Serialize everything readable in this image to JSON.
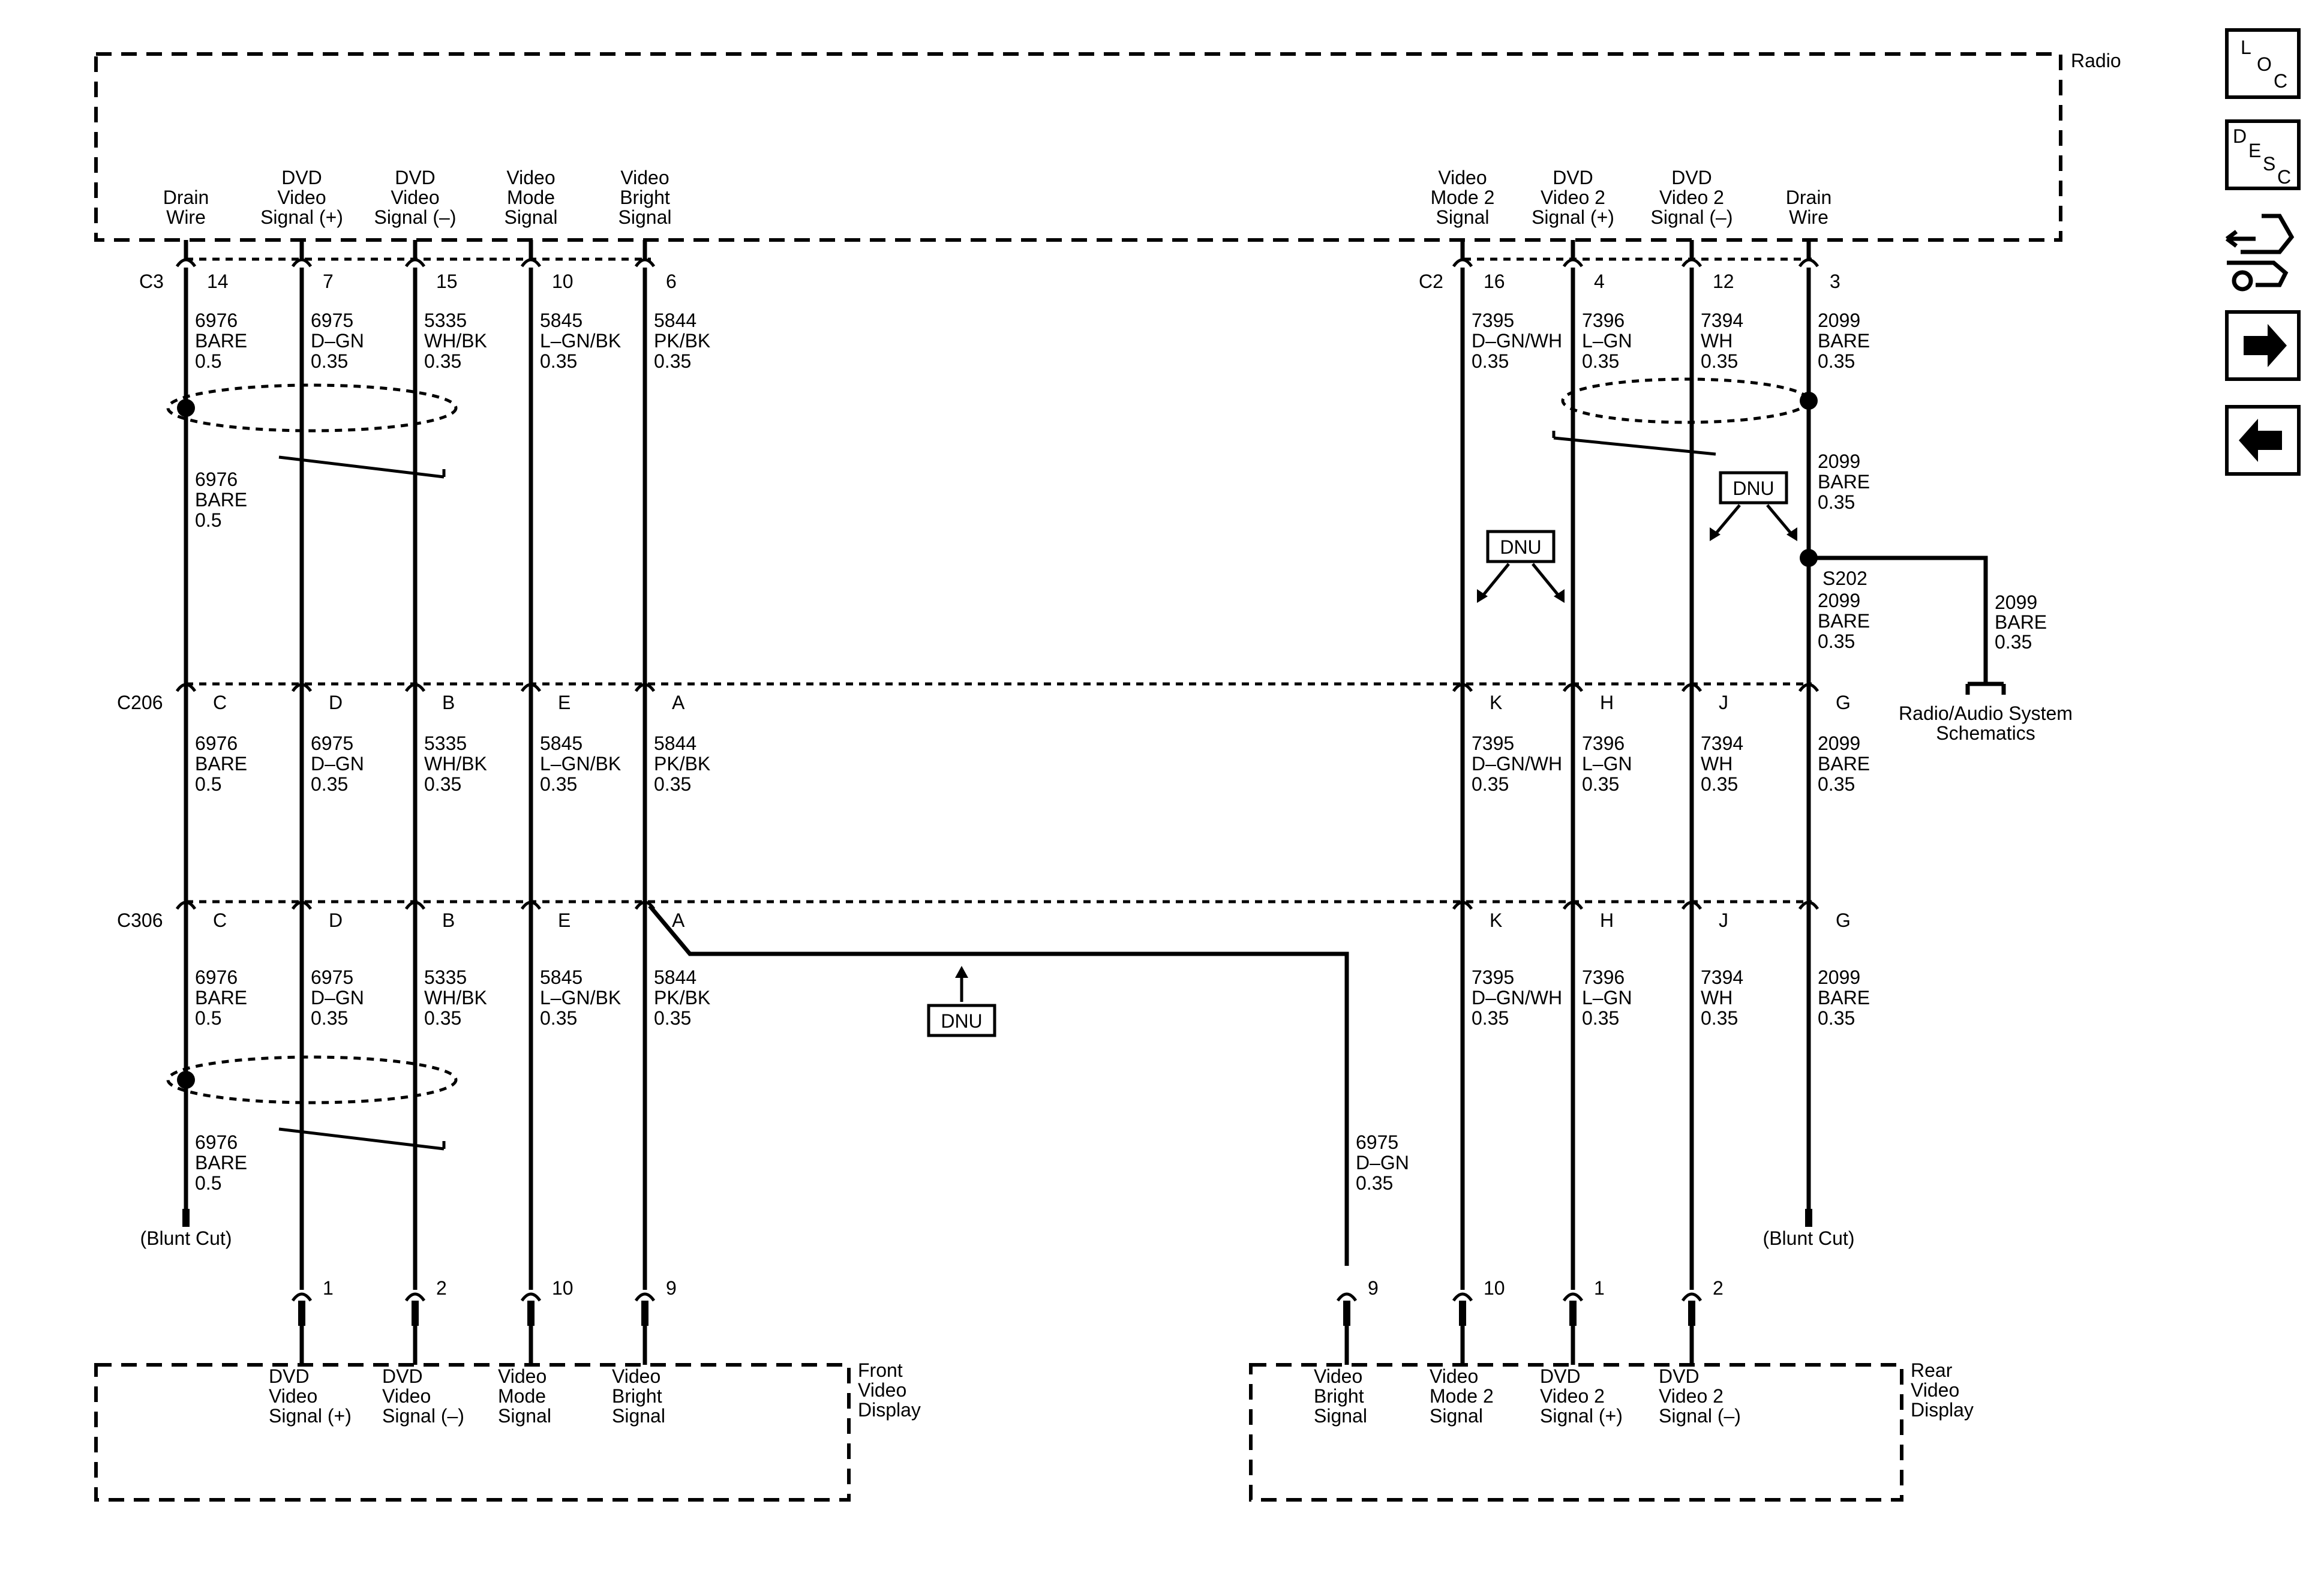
{
  "components": {
    "radio": "Radio",
    "front_display": [
      "Front",
      "Video",
      "Display"
    ],
    "rear_display": [
      "Rear",
      "Video",
      "Display"
    ],
    "splice": "S202",
    "blunt_cut": "(Blunt Cut)",
    "dnu": "DNU",
    "schematics_ref": [
      "Radio/Audio System",
      "Schematics"
    ]
  },
  "connectors": {
    "c3": "C3",
    "c2": "C2",
    "c206": "C206",
    "c306": "C306"
  },
  "nav_buttons": {
    "loc": [
      "L",
      "O",
      "C"
    ],
    "desc": [
      "D",
      "E",
      "S",
      "C"
    ],
    "connector_icon": "harness-tool-icon",
    "next": "right-arrow-icon",
    "prev": "left-arrow-icon"
  },
  "circuits": [
    {
      "id": "drain-left",
      "radio_label": [
        "Drain",
        "Wire"
      ],
      "radio_pin": "14",
      "seg1": [
        "6976",
        "BARE",
        "0.5"
      ],
      "seg2": [
        "6976",
        "BARE",
        "0.5"
      ],
      "c206_pin": "C",
      "seg3": [
        "6976",
        "BARE",
        "0.5"
      ],
      "c306_pin": "C",
      "seg4": [
        "6976",
        "BARE",
        "0.5"
      ],
      "seg5": [
        "6976",
        "BARE",
        "0.5"
      ]
    },
    {
      "id": "dvd-video-pos",
      "radio_label": [
        "DVD",
        "Video",
        "Signal (+)"
      ],
      "radio_pin": "7",
      "seg1": [
        "6975",
        "D–GN",
        "0.35"
      ],
      "c206_pin": "D",
      "seg3": [
        "6975",
        "D–GN",
        "0.35"
      ],
      "c306_pin": "D",
      "seg4": [
        "6975",
        "D–GN",
        "0.35"
      ],
      "display_pin": "1",
      "display_label": [
        "DVD",
        "Video",
        "Signal (+)"
      ]
    },
    {
      "id": "dvd-video-neg",
      "radio_label": [
        "DVD",
        "Video",
        "Signal (–)"
      ],
      "radio_pin": "15",
      "seg1": [
        "5335",
        "WH/BK",
        "0.35"
      ],
      "c206_pin": "B",
      "seg3": [
        "5335",
        "WH/BK",
        "0.35"
      ],
      "c306_pin": "B",
      "seg4": [
        "5335",
        "WH/BK",
        "0.35"
      ],
      "display_pin": "2",
      "display_label": [
        "DVD",
        "Video",
        "Signal (–)"
      ]
    },
    {
      "id": "video-mode",
      "radio_label": [
        "Video",
        "Mode",
        "Signal"
      ],
      "radio_pin": "10",
      "seg1": [
        "5845",
        "L–GN/BK",
        "0.35"
      ],
      "c206_pin": "E",
      "seg3": [
        "5845",
        "L–GN/BK",
        "0.35"
      ],
      "c306_pin": "E",
      "seg4": [
        "5845",
        "L–GN/BK",
        "0.35"
      ],
      "display_pin": "10",
      "display_label": [
        "Video",
        "Mode",
        "Signal"
      ]
    },
    {
      "id": "video-bright",
      "radio_label": [
        "Video",
        "Bright",
        "Signal"
      ],
      "radio_pin": "6",
      "seg1": [
        "5844",
        "PK/BK",
        "0.35"
      ],
      "c206_pin": "A",
      "seg3": [
        "5844",
        "PK/BK",
        "0.35"
      ],
      "c306_pin": "A",
      "seg4": [
        "5844",
        "PK/BK",
        "0.35"
      ],
      "display_pin": "9",
      "display_label": [
        "Video",
        "Bright",
        "Signal"
      ]
    },
    {
      "id": "rear-video-bright",
      "seg": [
        "6975",
        "D–GN",
        "0.35"
      ],
      "display_pin": "9",
      "display_label": [
        "Video",
        "Bright",
        "Signal"
      ]
    },
    {
      "id": "video-mode-2",
      "radio_label": [
        "Video",
        "Mode 2",
        "Signal"
      ],
      "radio_pin": "16",
      "seg1": [
        "7395",
        "D–GN/WH",
        "0.35"
      ],
      "c206_pin": "K",
      "seg3": [
        "7395",
        "D–GN/WH",
        "0.35"
      ],
      "c306_pin": "K",
      "seg4": [
        "7395",
        "D–GN/WH",
        "0.35"
      ],
      "display_pin": "10",
      "display_label": [
        "Video",
        "Mode 2",
        "Signal"
      ]
    },
    {
      "id": "dvd-video-2-pos",
      "radio_label": [
        "DVD",
        "Video 2",
        "Signal (+)"
      ],
      "radio_pin": "4",
      "seg1": [
        "7396",
        "L–GN",
        "0.35"
      ],
      "c206_pin": "H",
      "seg3": [
        "7396",
        "L–GN",
        "0.35"
      ],
      "c306_pin": "H",
      "seg4": [
        "7396",
        "L–GN",
        "0.35"
      ],
      "display_pin": "1",
      "display_label": [
        "DVD",
        "Video 2",
        "Signal (+)"
      ]
    },
    {
      "id": "dvd-video-2-neg",
      "radio_label": [
        "DVD",
        "Video 2",
        "Signal (–)"
      ],
      "radio_pin": "12",
      "seg1": [
        "7394",
        "WH",
        "0.35"
      ],
      "c206_pin": "J",
      "seg3": [
        "7394",
        "WH",
        "0.35"
      ],
      "c306_pin": "J",
      "seg4": [
        "7394",
        "WH",
        "0.35"
      ],
      "display_pin": "2",
      "display_label": [
        "DVD",
        "Video 2",
        "Signal (–)"
      ]
    },
    {
      "id": "drain-right",
      "radio_label": [
        "Drain",
        "Wire"
      ],
      "radio_pin": "3",
      "seg1": [
        "2099",
        "BARE",
        "0.35"
      ],
      "seg2": [
        "2099",
        "BARE",
        "0.35"
      ],
      "seg2b": [
        "2099",
        "BARE",
        "0.35"
      ],
      "c206_pin": "G",
      "seg3": [
        "2099",
        "BARE",
        "0.35"
      ],
      "c306_pin": "G",
      "seg4": [
        "2099",
        "BARE",
        "0.35"
      ],
      "branch": [
        "2099",
        "BARE",
        "0.35"
      ]
    }
  ]
}
